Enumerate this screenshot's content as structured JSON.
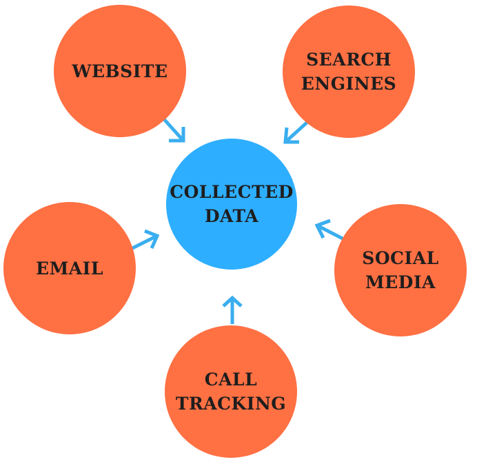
{
  "diagram": {
    "center": {
      "label": "COLLECTED\nDATA",
      "color": "#2eaeff"
    },
    "sources": [
      {
        "id": "website",
        "label": "WEBSITE"
      },
      {
        "id": "search-engines",
        "label": "SEARCH\nENGINES"
      },
      {
        "id": "email",
        "label": "EMAIL"
      },
      {
        "id": "social-media",
        "label": "SOCIAL\nMEDIA"
      },
      {
        "id": "call-tracking",
        "label": "CALL\nTRACKING"
      }
    ],
    "source_color": "#ff7043",
    "arrow_color": "#3aaeef",
    "text_color": "#1e1e1e"
  }
}
